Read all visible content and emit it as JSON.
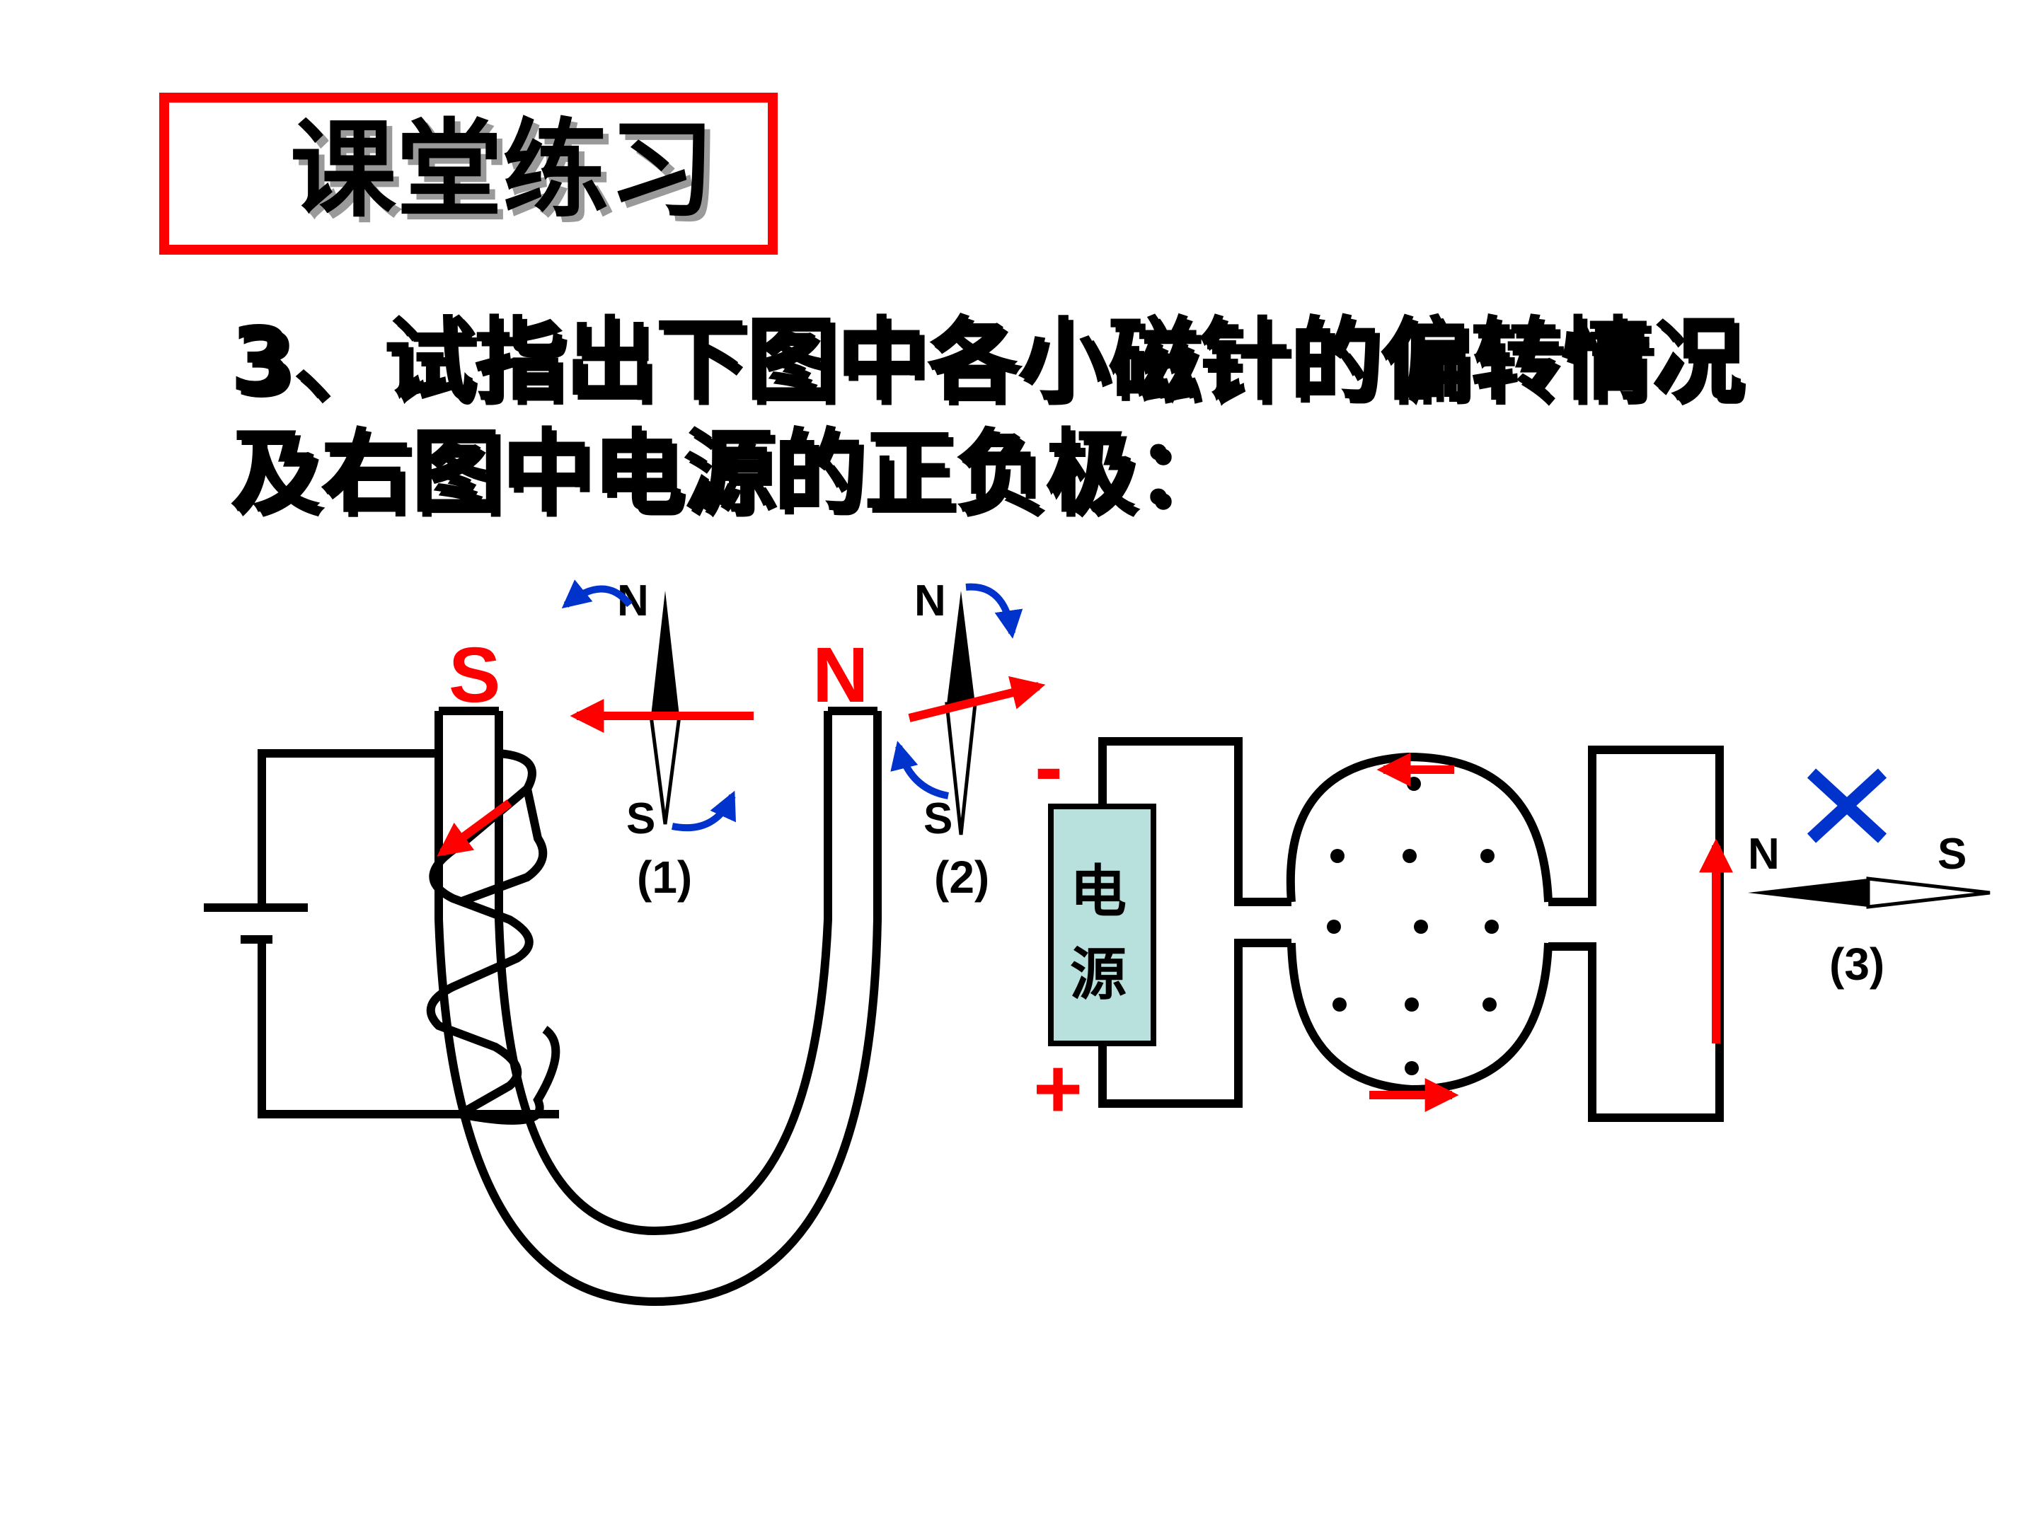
{
  "title": "课堂练习",
  "question": {
    "line1": "3、试指出下图中各小磁针的偏转情况",
    "line2": "及右图中电源的正负极："
  },
  "electromagnet": {
    "left_pole": "S",
    "right_pole": "N"
  },
  "needles": [
    {
      "label": "(1)",
      "north": "N",
      "south": "S"
    },
    {
      "label": "(2)",
      "north": "N",
      "south": "S"
    },
    {
      "label": "(3)",
      "north": "N",
      "south": "S"
    }
  ],
  "power_source": {
    "label_line1": "电",
    "label_line2": "源",
    "negative": "-",
    "positive": "+"
  },
  "field_direction": "×",
  "colors": {
    "frame": "#ff0000",
    "answer_arrow": "#ff0000",
    "rotation_arrow": "#0033cc",
    "cross": "#0033cc",
    "source_fill": "#b8e0dc"
  }
}
